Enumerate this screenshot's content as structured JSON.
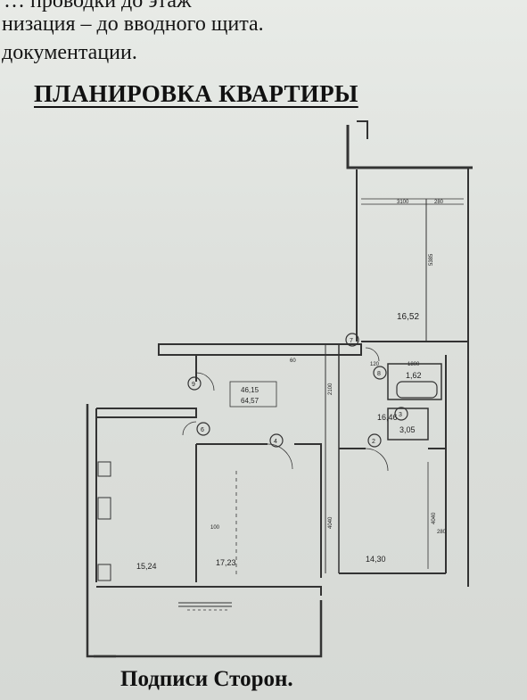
{
  "document": {
    "header_lines": [
      "… проводки до этаж",
      "низация – до вводного щита.",
      "документации."
    ],
    "title": "ПЛАНИРОВКА КВАРТИРЫ",
    "footer": "Подписи Сторон."
  },
  "plan": {
    "total_area_1": "46,15",
    "total_area_2": "64,57",
    "room_areas": {
      "loggia": "16,52",
      "hall": "16,46",
      "bath": "1,62",
      "toilet": "3,05",
      "kitchen": "15,24",
      "room_middle": "17,23",
      "room_right": "14,30"
    },
    "room_numbers": {
      "r7": "7",
      "r9": "9",
      "r6": "6",
      "r4": "4",
      "r8": "8",
      "r3": "3",
      "r2": "2"
    },
    "dimensions": {
      "d3100": "3100",
      "d280a": "280",
      "d5385": "5385",
      "d1800": "1800",
      "d120": "120",
      "d2100": "2100",
      "d4040a": "4040",
      "d4040b": "4040",
      "d280b": "280",
      "d100": "100",
      "d60": "60"
    }
  }
}
